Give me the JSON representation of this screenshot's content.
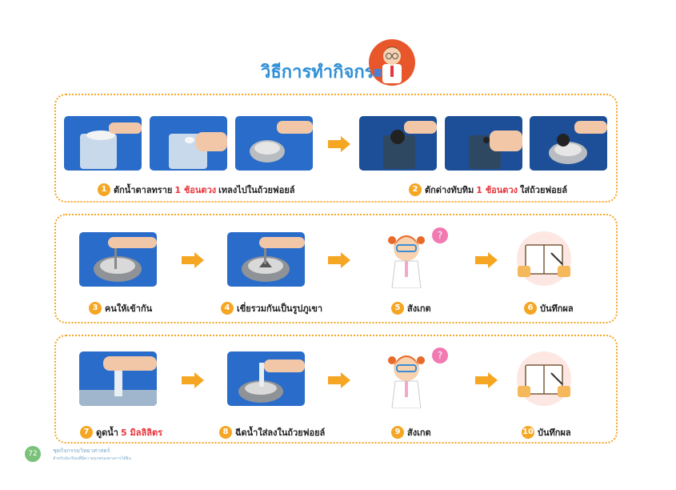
{
  "page": {
    "title": "วิธีการทำกิจกรรม",
    "page_number": "72",
    "footer_line1": "ชุดกิจกรรมวิทยาศาสตร์",
    "footer_line2": "สำหรับนักเรียนที่มีความบกพร่องทางการได้ยิน"
  },
  "steps": [
    {
      "num": "1",
      "pre": "ตักน้ำตาลทราย",
      "hl": "1 ช้อนตวง",
      "post": "เทลงไปในถ้วยฟอยล์"
    },
    {
      "num": "2",
      "pre": "ตักด่างทับทิม",
      "hl": "1 ช้อนตวง",
      "post": "ใส่ถ้วยฟอยล์"
    },
    {
      "num": "3",
      "pre": "คนให้เข้ากัน",
      "hl": "",
      "post": ""
    },
    {
      "num": "4",
      "pre": "เขี่ยรวมกันเป็นรูปภูเขา",
      "hl": "",
      "post": ""
    },
    {
      "num": "5",
      "pre": "สังเกต",
      "hl": "",
      "post": ""
    },
    {
      "num": "6",
      "pre": "บันทึกผล",
      "hl": "",
      "post": ""
    },
    {
      "num": "7",
      "pre": "ดูดน้ำ",
      "hl": "5 มิลลิลิตร",
      "post": ""
    },
    {
      "num": "8",
      "pre": "ฉีดน้ำใส่ลงในถ้วยฟอยล์",
      "hl": "",
      "post": ""
    },
    {
      "num": "9",
      "pre": "สังเกต",
      "hl": "",
      "post": ""
    },
    {
      "num": "10",
      "pre": "บันทึกผล",
      "hl": "",
      "post": ""
    }
  ],
  "colors": {
    "accent": "#f5a623",
    "title": "#2f8fd6",
    "highlight": "#e8343b",
    "photo_bg": "#1f5fb8"
  }
}
